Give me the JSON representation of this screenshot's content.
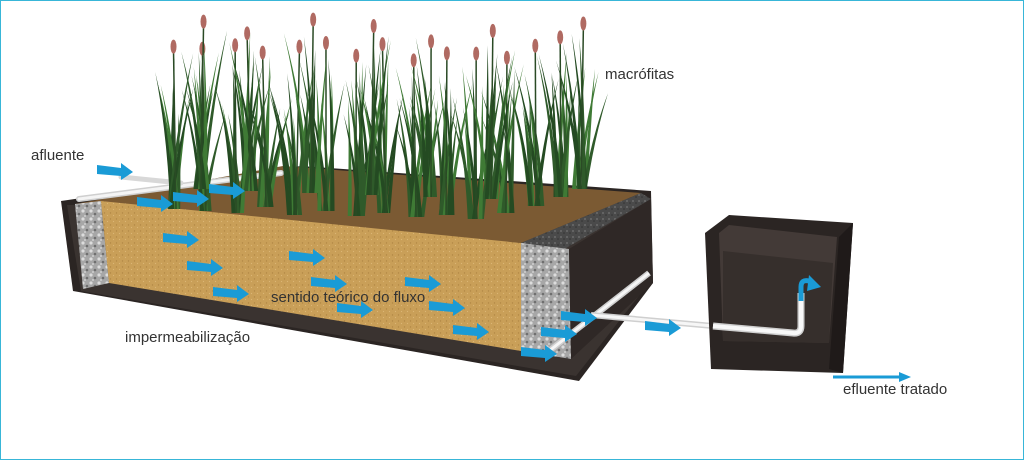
{
  "labels": {
    "inlet": "afluente",
    "plants": "macrófitas",
    "flow": "sentido teórico do fluxo",
    "liner": "impermeabilização",
    "outlet": "efluente tratado"
  },
  "colors": {
    "flow_arrow": "#1a9bd6",
    "substrate": "#c9a05c",
    "soil_top": "#7b5a33",
    "liner": "#2b2523",
    "gravel": "#9a9a9a",
    "reed_leaf": "#2f5a2a",
    "reed_head": "#b06a62",
    "pipe": "#f2f2f2",
    "frame_border": "#38b6d8"
  }
}
